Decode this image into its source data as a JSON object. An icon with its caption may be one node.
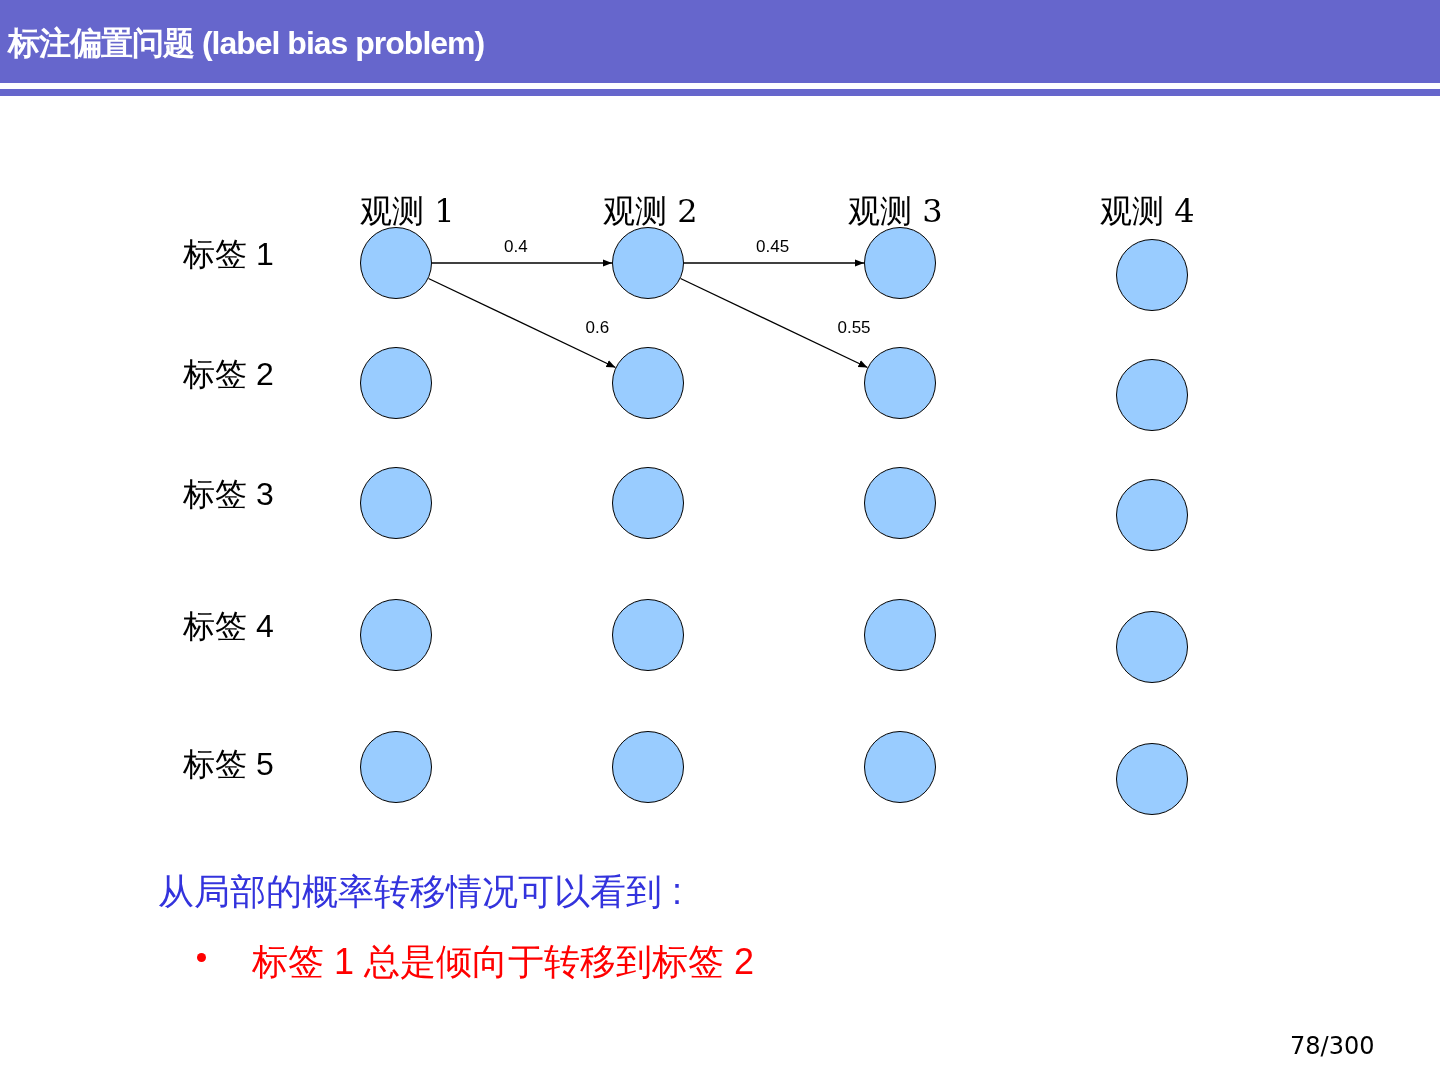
{
  "diagram": {
    "title": "标注偏置问题 (label bias problem)",
    "nodes": [
      {
        "text": [],
        "shape": "circle"
      },
      {
        "text": [],
        "shape": "circle"
      },
      {
        "text": [],
        "shape": "circle"
      },
      {
        "text": [],
        "shape": "circle"
      },
      {
        "text": [],
        "shape": "circle"
      },
      {
        "text": [],
        "shape": "circle"
      },
      {
        "text": [],
        "shape": "circle"
      },
      {
        "text": [],
        "shape": "circle"
      },
      {
        "text": [],
        "shape": "circle"
      },
      {
        "text": [],
        "shape": "circle"
      },
      {
        "text": [],
        "shape": "circle"
      },
      {
        "text": [],
        "shape": "circle"
      },
      {
        "text": [],
        "shape": "circle"
      },
      {
        "text": [],
        "shape": "circle"
      },
      {
        "text": [],
        "shape": "circle"
      },
      {
        "text": [],
        "shape": "circle"
      },
      {
        "text": [],
        "shape": "circle"
      },
      {
        "text": [],
        "shape": "circle"
      },
      {
        "text": [],
        "shape": "circle"
      },
      {
        "text": [],
        "shape": "circle"
      }
    ],
    "edges": [
      {
        "from": 0,
        "to": 1,
        "arrow": "to",
        "label": "0.4"
      },
      {
        "from": 0,
        "to": 5,
        "arrow": "to",
        "label": "0.6"
      },
      {
        "from": 1,
        "to": 2,
        "arrow": "to",
        "label": "0.45"
      },
      {
        "from": 1,
        "to": 6,
        "arrow": "to",
        "label": "0.55"
      }
    ],
    "labels": [
      "观测 1",
      "观测 2",
      "观测 3",
      "观测 4",
      "标签 1",
      "标签 2",
      "标签 3",
      "标签 4",
      "标签 5",
      "从局部的概率转移情况可以看到 :",
      "标签 1 总是倾向于转移到标签 2",
      "78/300"
    ]
  }
}
